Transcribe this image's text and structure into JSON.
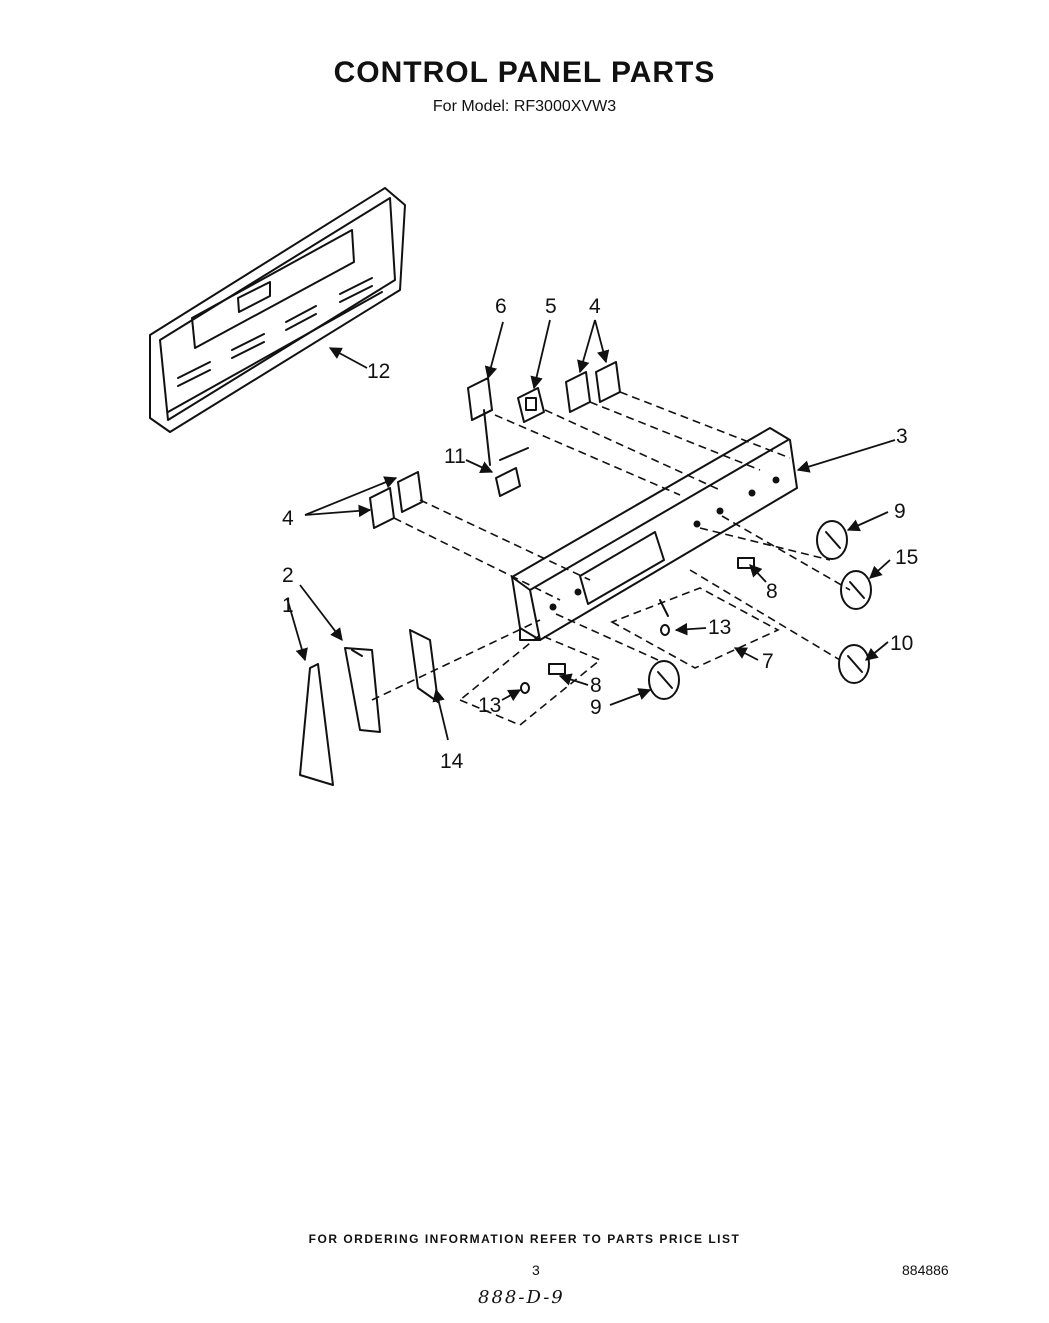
{
  "title": "CONTROL PANEL PARTS",
  "subtitle": "For Model: RF3000XVW3",
  "callouts": {
    "c1": "1",
    "c2": "2",
    "c3": "3",
    "c4a": "4",
    "c4b": "4",
    "c5": "5",
    "c6": "6",
    "c7": "7",
    "c8a": "8",
    "c8b": "8",
    "c9a": "9",
    "c9b": "9",
    "c10": "10",
    "c11": "11",
    "c12": "12",
    "c13a": "13",
    "c13b": "13",
    "c14": "14",
    "c15": "15"
  },
  "footer": {
    "ordering_note": "FOR ORDERING INFORMATION REFER TO PARTS PRICE LIST",
    "page_number": "3",
    "document_number": "884886",
    "handwritten_code": "888-D-9"
  }
}
